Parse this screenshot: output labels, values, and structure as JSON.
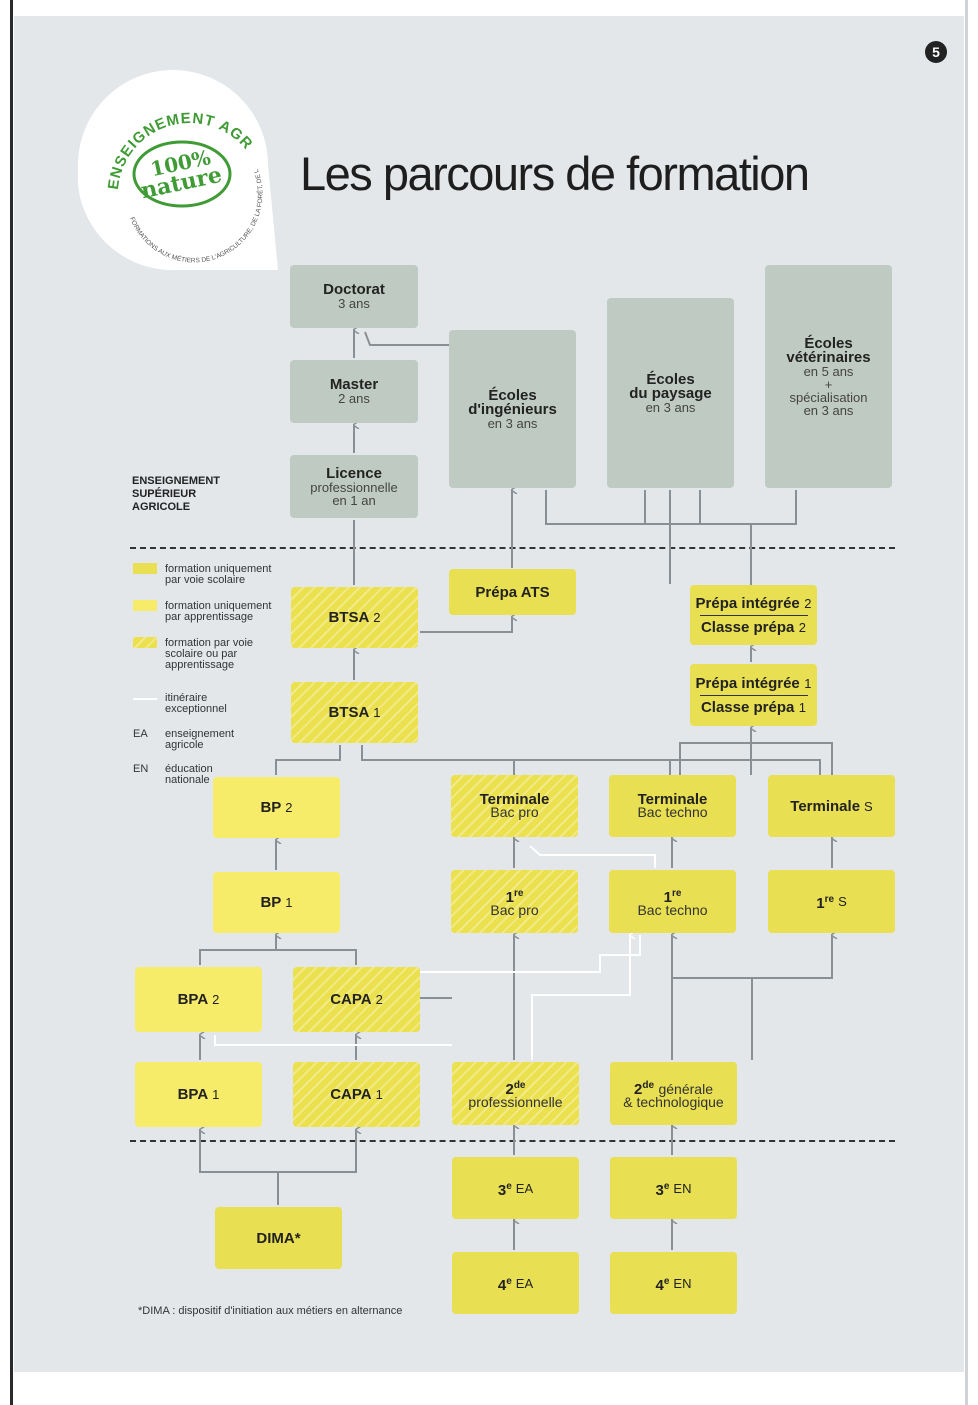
{
  "page_number": "5",
  "title": "Les parcours de formation",
  "logo": {
    "arc_text": "ENSEIGNEMENT AGRICOLE",
    "center_top": "100%",
    "center_bottom": "nature",
    "tagline": "FORMATIONS AUX MÉTIERS DE L'AGRICULTURE, DE LA FORÊT, DE LA NATURE ET DES TERRITOIRES"
  },
  "section_label": "ENSEIGNEMENT SUPÉRIEUR AGRICOLE",
  "legend": {
    "scolaire": "formation uniquement par voie scolaire",
    "apprentissage": "formation uniquement par apprentissage",
    "mixte": "formation par voie scolaire ou par apprentissage",
    "itineraire": "itinéraire exceptionnel",
    "ea_code": "EA",
    "ea_label": "enseignement agricole",
    "en_code": "EN",
    "en_label": "éducation nationale"
  },
  "boxes": {
    "doctorat": {
      "title": "Doctorat",
      "sub": "3 ans"
    },
    "master": {
      "title": "Master",
      "sub": "2 ans"
    },
    "licence": {
      "title": "Licence",
      "sub1": "professionnelle",
      "sub2": "en 1 an"
    },
    "ingenieurs": {
      "title1": "Écoles",
      "title2": "d'ingénieurs",
      "sub": "en 3 ans"
    },
    "paysage": {
      "title1": "Écoles",
      "title2": "du paysage",
      "sub": "en 3 ans"
    },
    "veterinaires": {
      "title1": "Écoles",
      "title2": "vétérinaires",
      "sub1": "en 5 ans",
      "sub2": "+",
      "sub3": "spécialisation",
      "sub4": "en 3 ans"
    },
    "prepa_ats": {
      "title": "Prépa ATS"
    },
    "btsa2": {
      "title": "BTSA",
      "num": "2"
    },
    "btsa1": {
      "title": "BTSA",
      "num": "1"
    },
    "prepa2": {
      "line1": "Prépa intégrée",
      "num1": "2",
      "line2": "Classe prépa",
      "num2": "2"
    },
    "prepa1": {
      "line1": "Prépa intégrée",
      "num1": "1",
      "line2": "Classe prépa",
      "num2": "1"
    },
    "bp2": {
      "title": "BP",
      "num": "2"
    },
    "bp1": {
      "title": "BP",
      "num": "1"
    },
    "term_pro": {
      "title": "Terminale",
      "sub": "Bac pro"
    },
    "term_techno": {
      "title": "Terminale",
      "sub": "Bac techno"
    },
    "term_s": {
      "title": "Terminale",
      "num": "S"
    },
    "premiere_pro": {
      "title": "1",
      "sup": "re",
      "sub": "Bac pro"
    },
    "premiere_techno": {
      "title": "1",
      "sup": "re",
      "sub": "Bac techno"
    },
    "premiere_s": {
      "title": "1",
      "sup": "re",
      "num": "S"
    },
    "bpa2": {
      "title": "BPA",
      "num": "2"
    },
    "capa2": {
      "title": "CAPA",
      "num": "2"
    },
    "bpa1": {
      "title": "BPA",
      "num": "1"
    },
    "capa1": {
      "title": "CAPA",
      "num": "1"
    },
    "seconde_pro": {
      "title": "2",
      "sup": "de",
      "sub": "professionnelle"
    },
    "seconde_gt": {
      "title": "2",
      "sup": "de",
      "sub1": "générale",
      "sub2": "& technologique"
    },
    "troisieme_ea": {
      "title": "3",
      "sup": "e",
      "num": "EA"
    },
    "troisieme_en": {
      "title": "3",
      "sup": "e",
      "num": "EN"
    },
    "quatrieme_ea": {
      "title": "4",
      "sup": "e",
      "num": "EA"
    },
    "quatrieme_en": {
      "title": "4",
      "sup": "e",
      "num": "EN"
    },
    "dima": {
      "title": "DIMA*"
    }
  },
  "footnote": "*DIMA : dispositif d'initiation aux métiers en alternance",
  "colors": {
    "superieur": "#bfcbc2",
    "scolaire": "#e8df52",
    "apprentissage": "#f7ec6a",
    "line": "#8a8f93",
    "exceptionnel": "#ffffff"
  }
}
